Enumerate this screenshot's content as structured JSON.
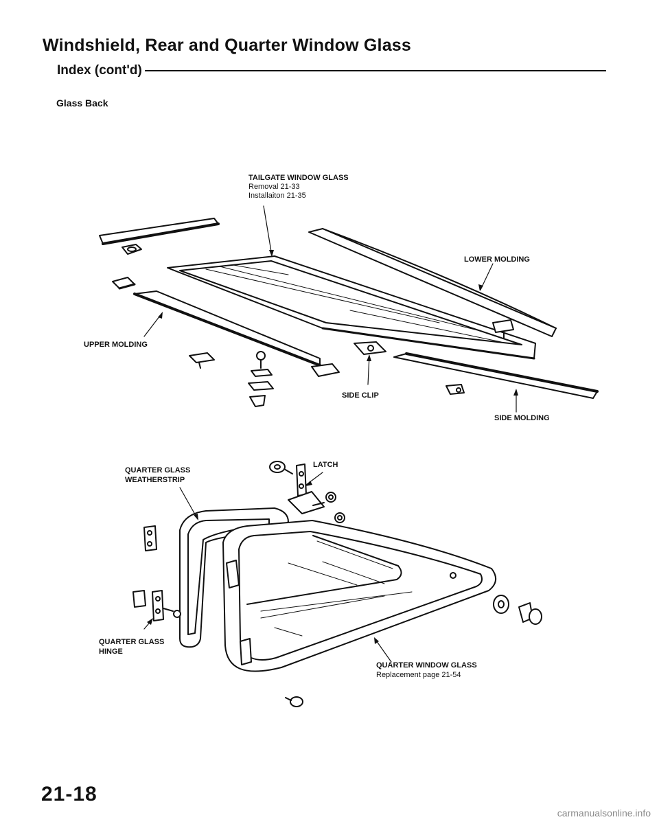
{
  "header": {
    "title": "Windshield, Rear and Quarter Window Glass",
    "subtitle": "Index (cont'd)",
    "section": "Glass Back"
  },
  "labels": {
    "tailgate_title": "TAILGATE WINDOW GLASS",
    "tailgate_removal": "Removal 21-33",
    "tailgate_install": "Installaiton 21-35",
    "lower_molding": "LOWER MOLDING",
    "upper_molding": "UPPER MOLDING",
    "side_clip": "SIDE CLIP",
    "side_molding": "SIDE MOLDING",
    "quarter_weatherstrip_1": "QUARTER GLASS",
    "quarter_weatherstrip_2": "WEATHERSTRIP",
    "latch": "LATCH",
    "quarter_hinge_1": "QUARTER GLASS",
    "quarter_hinge_2": "HINGE",
    "quarter_window_title": "QUARTER WINDOW GLASS",
    "quarter_window_page": "Replacement page 21-54"
  },
  "footer": {
    "page_number": "21-18",
    "watermark": "carmanualsonline.info"
  }
}
